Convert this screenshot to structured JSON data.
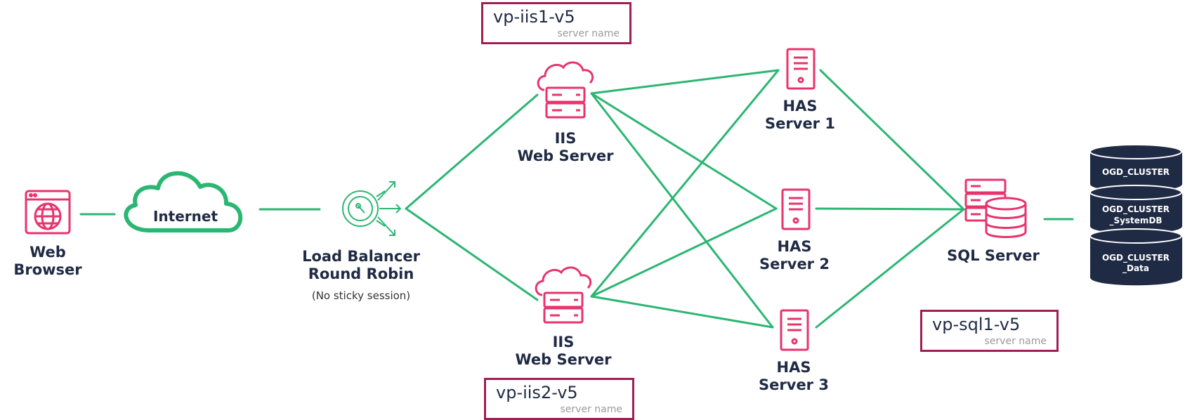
{
  "colors": {
    "line": "#2bb673",
    "icon": "#e8336d",
    "text": "#1f2a44",
    "box_border": "#9e1f54",
    "db": "#1f2a44"
  },
  "nodes": {
    "web_browser": {
      "line1": "Web",
      "line2": "Browser",
      "icon": "browser-globe-icon"
    },
    "internet": {
      "label": "Internet",
      "icon": "cloud-icon"
    },
    "load_balancer": {
      "line1": "Load Balancer",
      "line2": "Round Robin",
      "note": "(No sticky session)",
      "icon": "load-balancer-icon"
    },
    "iis1": {
      "line1": "IIS",
      "line2": "Web Server",
      "icon": "cloud-server-icon"
    },
    "iis2": {
      "line1": "IIS",
      "line2": "Web Server",
      "icon": "cloud-server-icon"
    },
    "has1": {
      "line1": "HAS",
      "line2": "Server 1",
      "icon": "server-tower-icon"
    },
    "has2": {
      "line1": "HAS",
      "line2": "Server 2",
      "icon": "server-tower-icon"
    },
    "has3": {
      "line1": "HAS",
      "line2": "Server 3",
      "icon": "server-tower-icon"
    },
    "sql": {
      "label": "SQL Server",
      "icon": "database-server-icon"
    }
  },
  "databases": [
    {
      "line1": "OGD_CLUSTER",
      "line2": ""
    },
    {
      "line1": "OGD_CLUSTER",
      "line2": "_SystemDB"
    },
    {
      "line1": "OGD_CLUSTER",
      "line2": "_Data"
    }
  ],
  "server_boxes": {
    "iis1": {
      "name": "vp-iis1-v5",
      "caption": "server name"
    },
    "iis2": {
      "name": "vp-iis2-v5",
      "caption": "server name"
    },
    "sql": {
      "name": "vp-sql1-v5",
      "caption": "server name"
    }
  }
}
